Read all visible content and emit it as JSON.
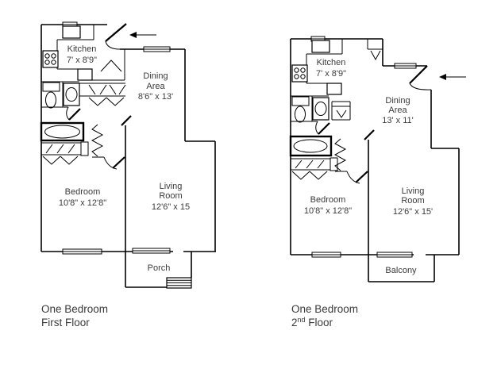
{
  "page": {
    "background": "#ffffff",
    "line_color": "#000000",
    "text_color": "#3a3a3a"
  },
  "plans": [
    {
      "caption": {
        "line1": "One Bedroom",
        "line2_base": "First Floor",
        "line2_sup": "",
        "line2_rest": ""
      },
      "rooms": {
        "kitchen": {
          "name": "Kitchen",
          "dims": "7' x 8'9\""
        },
        "dining": {
          "name_line1": "Dining",
          "name_line2": "Area",
          "dims": "8'6\" x 13'"
        },
        "bedroom": {
          "name": "Bedroom",
          "dims": "10'8\" x 12'8\""
        },
        "living": {
          "name_line1": "Living",
          "name_line2": "Room",
          "dims": "12'6\" x 15"
        },
        "outdoor": {
          "name": "Porch"
        }
      }
    },
    {
      "caption": {
        "line1": "One Bedroom",
        "line2_base": "2",
        "line2_sup": "nd",
        "line2_rest": " Floor"
      },
      "rooms": {
        "kitchen": {
          "name": "Kitchen",
          "dims": "7' x 8'9\""
        },
        "dining": {
          "name_line1": "Dining",
          "name_line2": "Area",
          "dims": "13' x 11'"
        },
        "bedroom": {
          "name": "Bedroom",
          "dims": "10'8\" x 12'8\""
        },
        "living": {
          "name_line1": "Living",
          "name_line2": "Room",
          "dims": "12'6\" x 15'"
        },
        "outdoor": {
          "name": "Balcony"
        }
      }
    }
  ]
}
